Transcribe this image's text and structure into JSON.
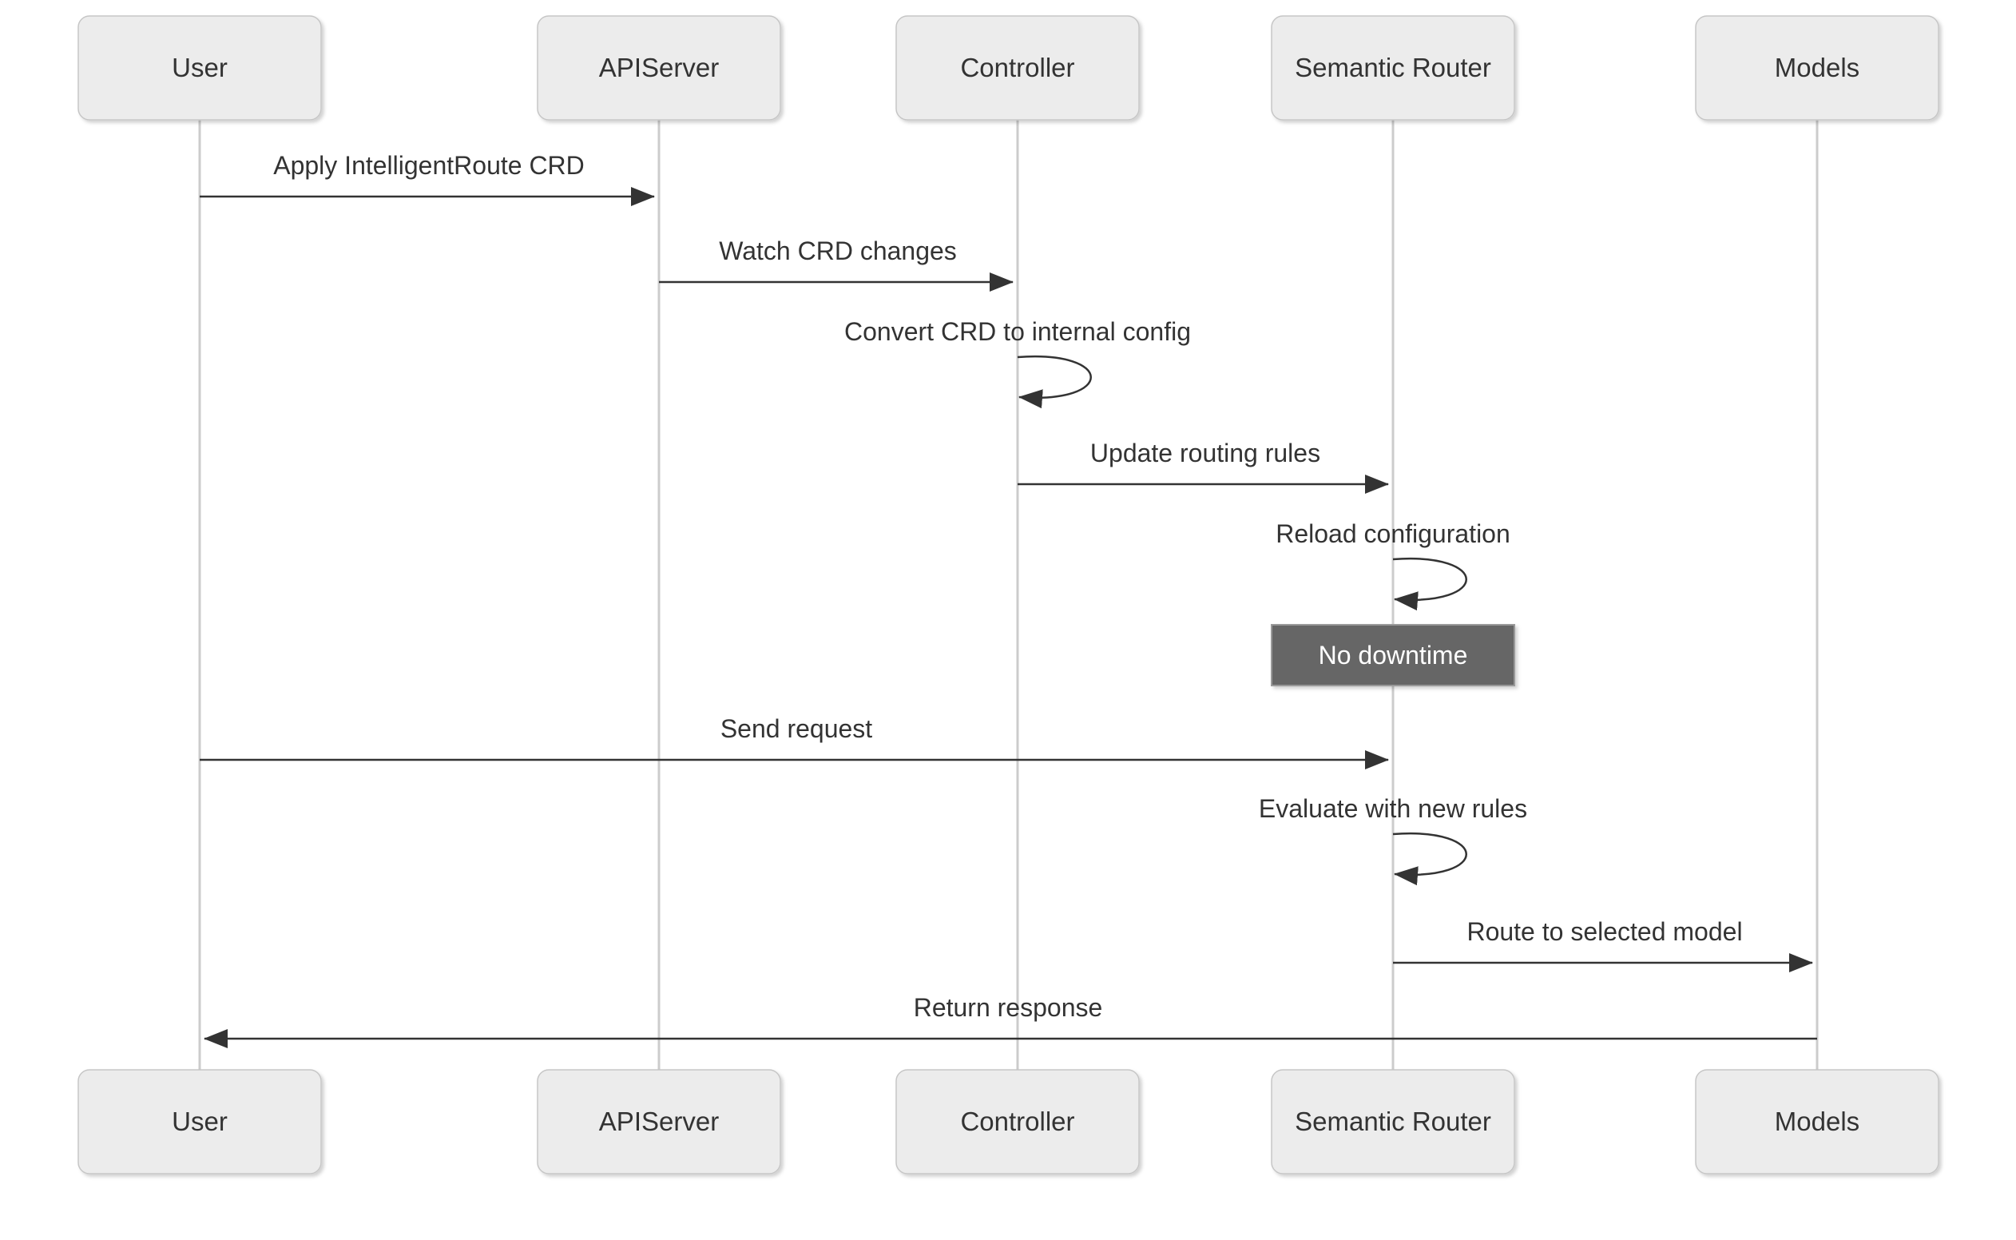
{
  "diagram": {
    "type": "sequence-diagram",
    "background": "#ffffff",
    "actors": [
      {
        "id": "user",
        "label": "User"
      },
      {
        "id": "apiserver",
        "label": "APIServer"
      },
      {
        "id": "controller",
        "label": "Controller"
      },
      {
        "id": "semantic-router",
        "label": "Semantic Router"
      },
      {
        "id": "models",
        "label": "Models"
      }
    ],
    "messages": [
      {
        "from": "User",
        "to": "APIServer",
        "type": "arrow",
        "label": "Apply IntelligentRoute CRD"
      },
      {
        "from": "APIServer",
        "to": "Controller",
        "type": "arrow",
        "label": "Watch CRD changes"
      },
      {
        "from": "Controller",
        "to": "Controller",
        "type": "self",
        "label": "Convert CRD to internal config"
      },
      {
        "from": "Controller",
        "to": "Semantic Router",
        "type": "arrow",
        "label": "Update routing rules"
      },
      {
        "from": "Semantic Router",
        "to": "Semantic Router",
        "type": "self",
        "label": "Reload configuration"
      },
      {
        "from": "User",
        "to": "Semantic Router",
        "type": "arrow",
        "label": "Send request"
      },
      {
        "from": "Semantic Router",
        "to": "Semantic Router",
        "type": "self",
        "label": "Evaluate with new rules"
      },
      {
        "from": "Semantic Router",
        "to": "Models",
        "type": "arrow",
        "label": "Route to selected model"
      },
      {
        "from": "Models",
        "to": "User",
        "type": "arrow",
        "label": "Return response"
      }
    ],
    "note": {
      "over": "Semantic Router",
      "label": "No downtime"
    },
    "colors": {
      "actor_fill": "#ececec",
      "actor_border": "#c6c6c6",
      "lifeline": "#cccccc",
      "message_line": "#333333",
      "text": "#333333",
      "note_fill": "#666666",
      "note_border": "#999999",
      "note_text": "#ffffff"
    }
  }
}
